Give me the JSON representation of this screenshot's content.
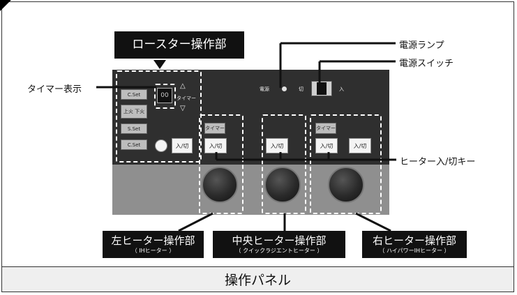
{
  "roaster_label": "ロースター操作部",
  "callouts": {
    "timer_display": "タイマー表示",
    "power_lamp": "電源ランプ",
    "power_switch": "電源スイッチ",
    "heater_onoff_key": "ヒーター入/切キー"
  },
  "heater_sections": [
    {
      "title": "左ヒーター操作部",
      "subtitle": "（ IHヒーター ）"
    },
    {
      "title": "中央ヒーター操作部",
      "subtitle": "（ クイックラジエントヒーター ）"
    },
    {
      "title": "右ヒーター操作部",
      "subtitle": "（ ハイパワーIHヒーター ）"
    }
  ],
  "caption": "操作パネル",
  "panel": {
    "timer_digits": "00",
    "power_label": "電源",
    "switch_off": "切",
    "switch_on": "入",
    "timer_button": "タイマー",
    "onoff_button": "入/切",
    "roaster_buttons": [
      "C.Set",
      "上火 下火",
      "S.Set",
      "C.Set"
    ]
  },
  "colors": {
    "label_bg": "#111111",
    "panel_upper": "#2f2f2f",
    "panel_lower": "#8f8f8f",
    "caption_bg": "#efefef"
  }
}
